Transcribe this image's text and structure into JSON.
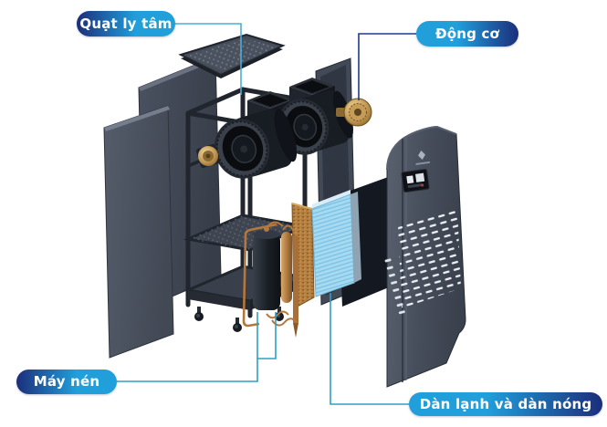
{
  "labels": {
    "fan": "Quạt ly tâm",
    "motor": "Động cơ",
    "compressor": "Máy nén",
    "coils": "Dàn lạnh và dàn nóng"
  },
  "colors": {
    "label_navy": "#1c2e7b",
    "label_cyan": "#209fdb",
    "line_teal": "#4aaed6",
    "line_cyan": "#2f9fc4",
    "line_navy": "#1e3a8c",
    "coil_blue": "#a5daf1",
    "copper": "#b5773c",
    "cabinet_gray": "#454c58",
    "background": "#ffffff"
  }
}
